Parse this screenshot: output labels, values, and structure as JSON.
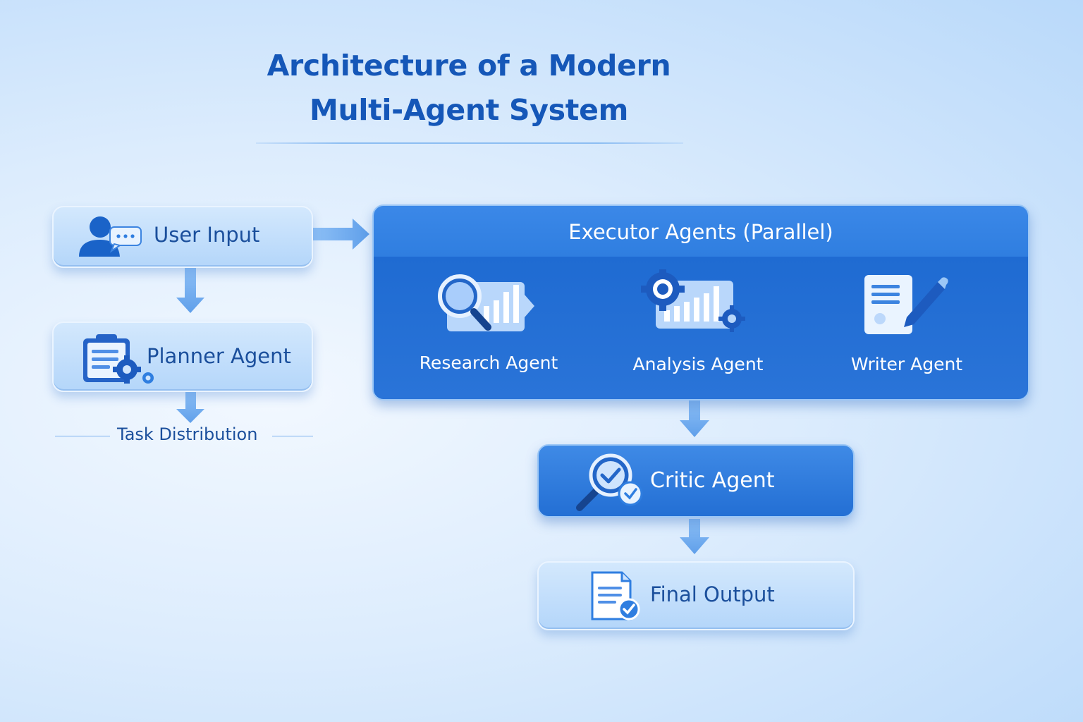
{
  "title": {
    "line1": "Architecture of a Modern",
    "line2": "Multi-Agent System"
  },
  "nodes": {
    "user_input": "User Input",
    "planner_agent": "Planner Agent",
    "task_distribution": "Task Distribution",
    "executor_header": "Executor Agents (Parallel)",
    "research_agent": "Research Agent",
    "analysis_agent": "Analysis Agent",
    "writer_agent": "Writer Agent",
    "critic_agent": "Critic Agent",
    "final_output": "Final Output"
  },
  "icons": {
    "user_input": "user-chat-icon",
    "planner_agent": "clipboard-gears-icon",
    "research_agent": "magnifier-chart-icon",
    "analysis_agent": "gear-chart-icon",
    "writer_agent": "document-pencil-icon",
    "critic_agent": "magnifier-check-icon",
    "final_output": "document-check-icon"
  },
  "colors": {
    "title": "#1557b8",
    "node_text": "#1b4f9c",
    "accent_dark": "#236fd4",
    "arrow": "#6fa9ee"
  }
}
